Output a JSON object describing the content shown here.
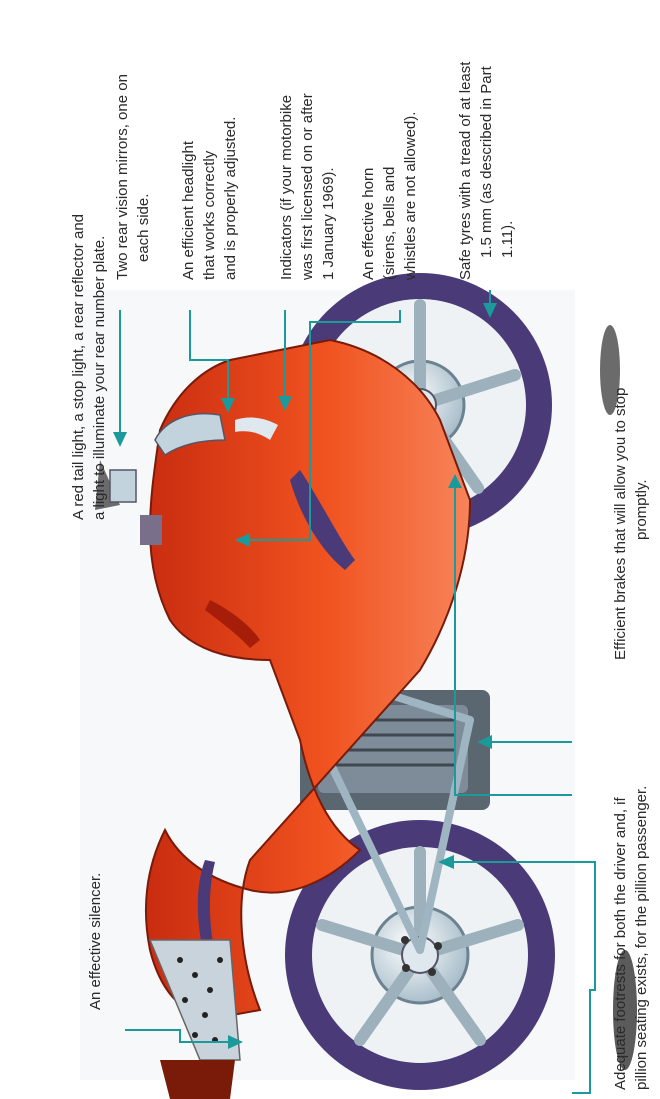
{
  "labels": {
    "tail_light": [
      "A red tail light, a stop light, a rear reflector and",
      "a light to illuminate your rear number plate."
    ],
    "silencer": [
      "An effective silencer."
    ],
    "footrests": [
      "Adequate footrests for both the driver and, if",
      "pillion seating exists, for the pillion passenger."
    ],
    "brakes": [
      "Efficient brakes that will allow you to stop",
      "promptly."
    ],
    "mirrors": [
      "Two rear vision mirrors, one on",
      "each side."
    ],
    "headlight": [
      "An efficient headlight",
      "that works correctly",
      "and is properly adjusted."
    ],
    "indicators": [
      "Indicators (if your motorbike",
      "was first licensed on or after",
      "1 January 1969)."
    ],
    "horn": [
      "An effective horn",
      "(sirens, bells and",
      "whistles are not allowed)."
    ],
    "tyres": [
      "Safe tyres with a tread of at least",
      "1.5 mm (as described in Part",
      "1.11)."
    ]
  },
  "colors": {
    "leader": "#1a9a9a",
    "body_red": "#e8461e",
    "tyre_purple": "#4a3a78",
    "chrome": "#b9ccd6"
  }
}
